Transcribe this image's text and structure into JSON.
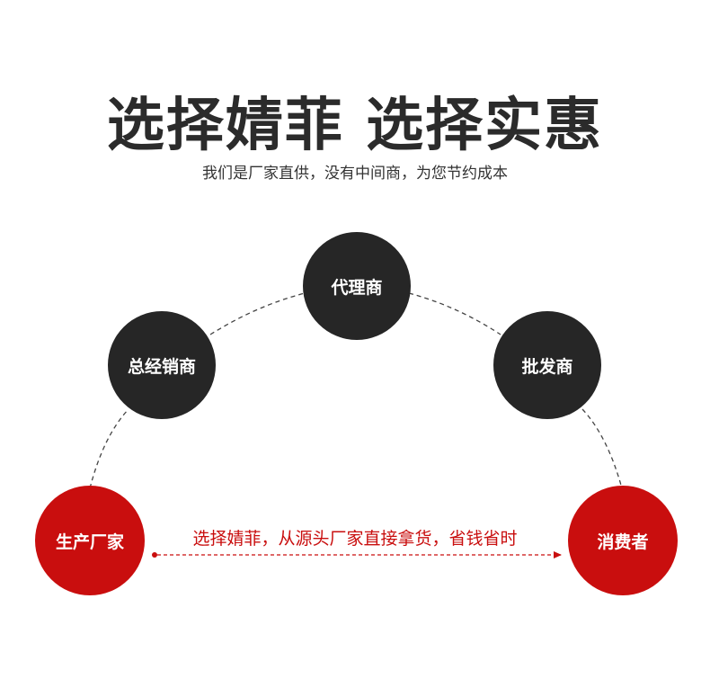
{
  "header": {
    "title": "选择婧菲 选择实惠",
    "subtitle": "我们是厂家直供，没有中间商，为您节约成本"
  },
  "diagram": {
    "nodes": {
      "manufacturer": "生产厂家",
      "general_distributor": "总经销商",
      "agent": "代理商",
      "wholesaler": "批发商",
      "consumer": "消费者"
    },
    "direct_path_label": "选择婧菲，从源头厂家直接拿货，省钱省时"
  },
  "colors": {
    "dark_node": "#262626",
    "red_node": "#c90e0e",
    "title": "#2b2b2b"
  }
}
